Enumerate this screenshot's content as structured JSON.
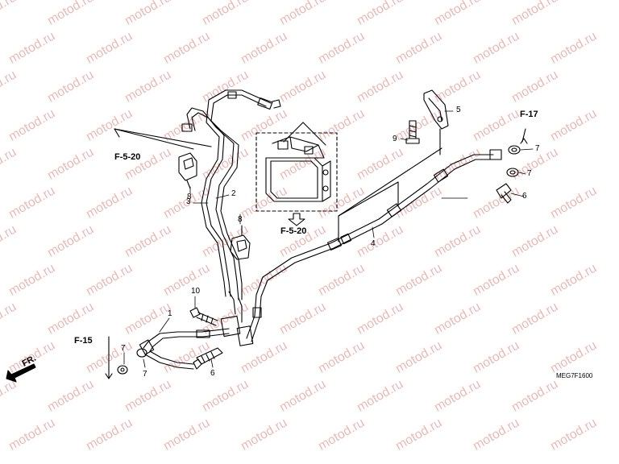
{
  "watermark": "motod.ru",
  "part_numbers": [
    "1",
    "2",
    "3",
    "4",
    "5",
    "6",
    "6",
    "7",
    "7",
    "7",
    "7",
    "8",
    "8",
    "9",
    "10"
  ],
  "refs": {
    "f520": "F-5-20",
    "f17": "F-17",
    "f15": "F-15"
  },
  "front_label": "FR.",
  "diagram_code": "MEG7F1600"
}
